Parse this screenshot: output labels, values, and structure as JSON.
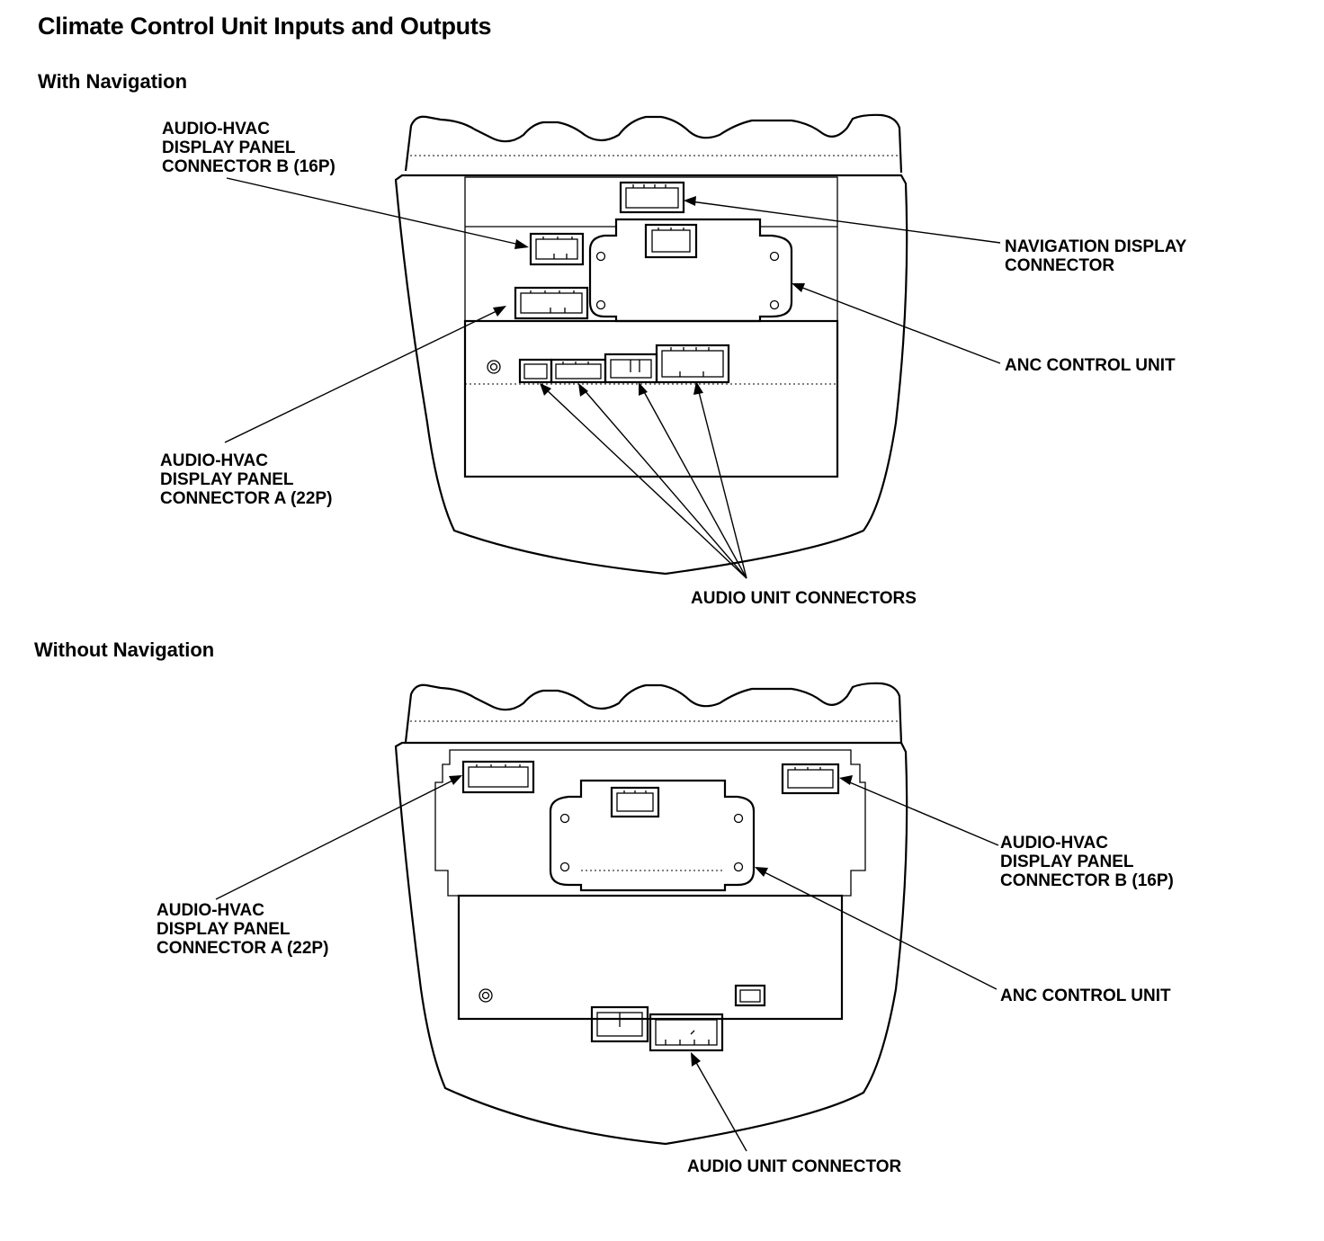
{
  "title": "Climate Control Unit Inputs and Outputs",
  "sections": {
    "with_nav": {
      "heading": "With Navigation",
      "labels": {
        "connector_b": [
          "AUDIO-HVAC",
          "DISPLAY PANEL",
          "CONNECTOR B (16P)"
        ],
        "connector_a": [
          "AUDIO-HVAC",
          "DISPLAY PANEL",
          "CONNECTOR A (22P)"
        ],
        "nav_display": [
          "NAVIGATION DISPLAY",
          "CONNECTOR"
        ],
        "anc_unit": [
          "ANC CONTROL UNIT"
        ],
        "audio_connectors": [
          "AUDIO UNIT CONNECTORS"
        ]
      }
    },
    "without_nav": {
      "heading": "Without Navigation",
      "labels": {
        "connector_a": [
          "AUDIO-HVAC",
          "DISPLAY PANEL",
          "CONNECTOR A (22P)"
        ],
        "connector_b": [
          "AUDIO-HVAC",
          "DISPLAY PANEL",
          "CONNECTOR B (16P)"
        ],
        "anc_unit": [
          "ANC CONTROL UNIT"
        ],
        "audio_connector": [
          "AUDIO UNIT CONNECTOR"
        ]
      }
    }
  }
}
